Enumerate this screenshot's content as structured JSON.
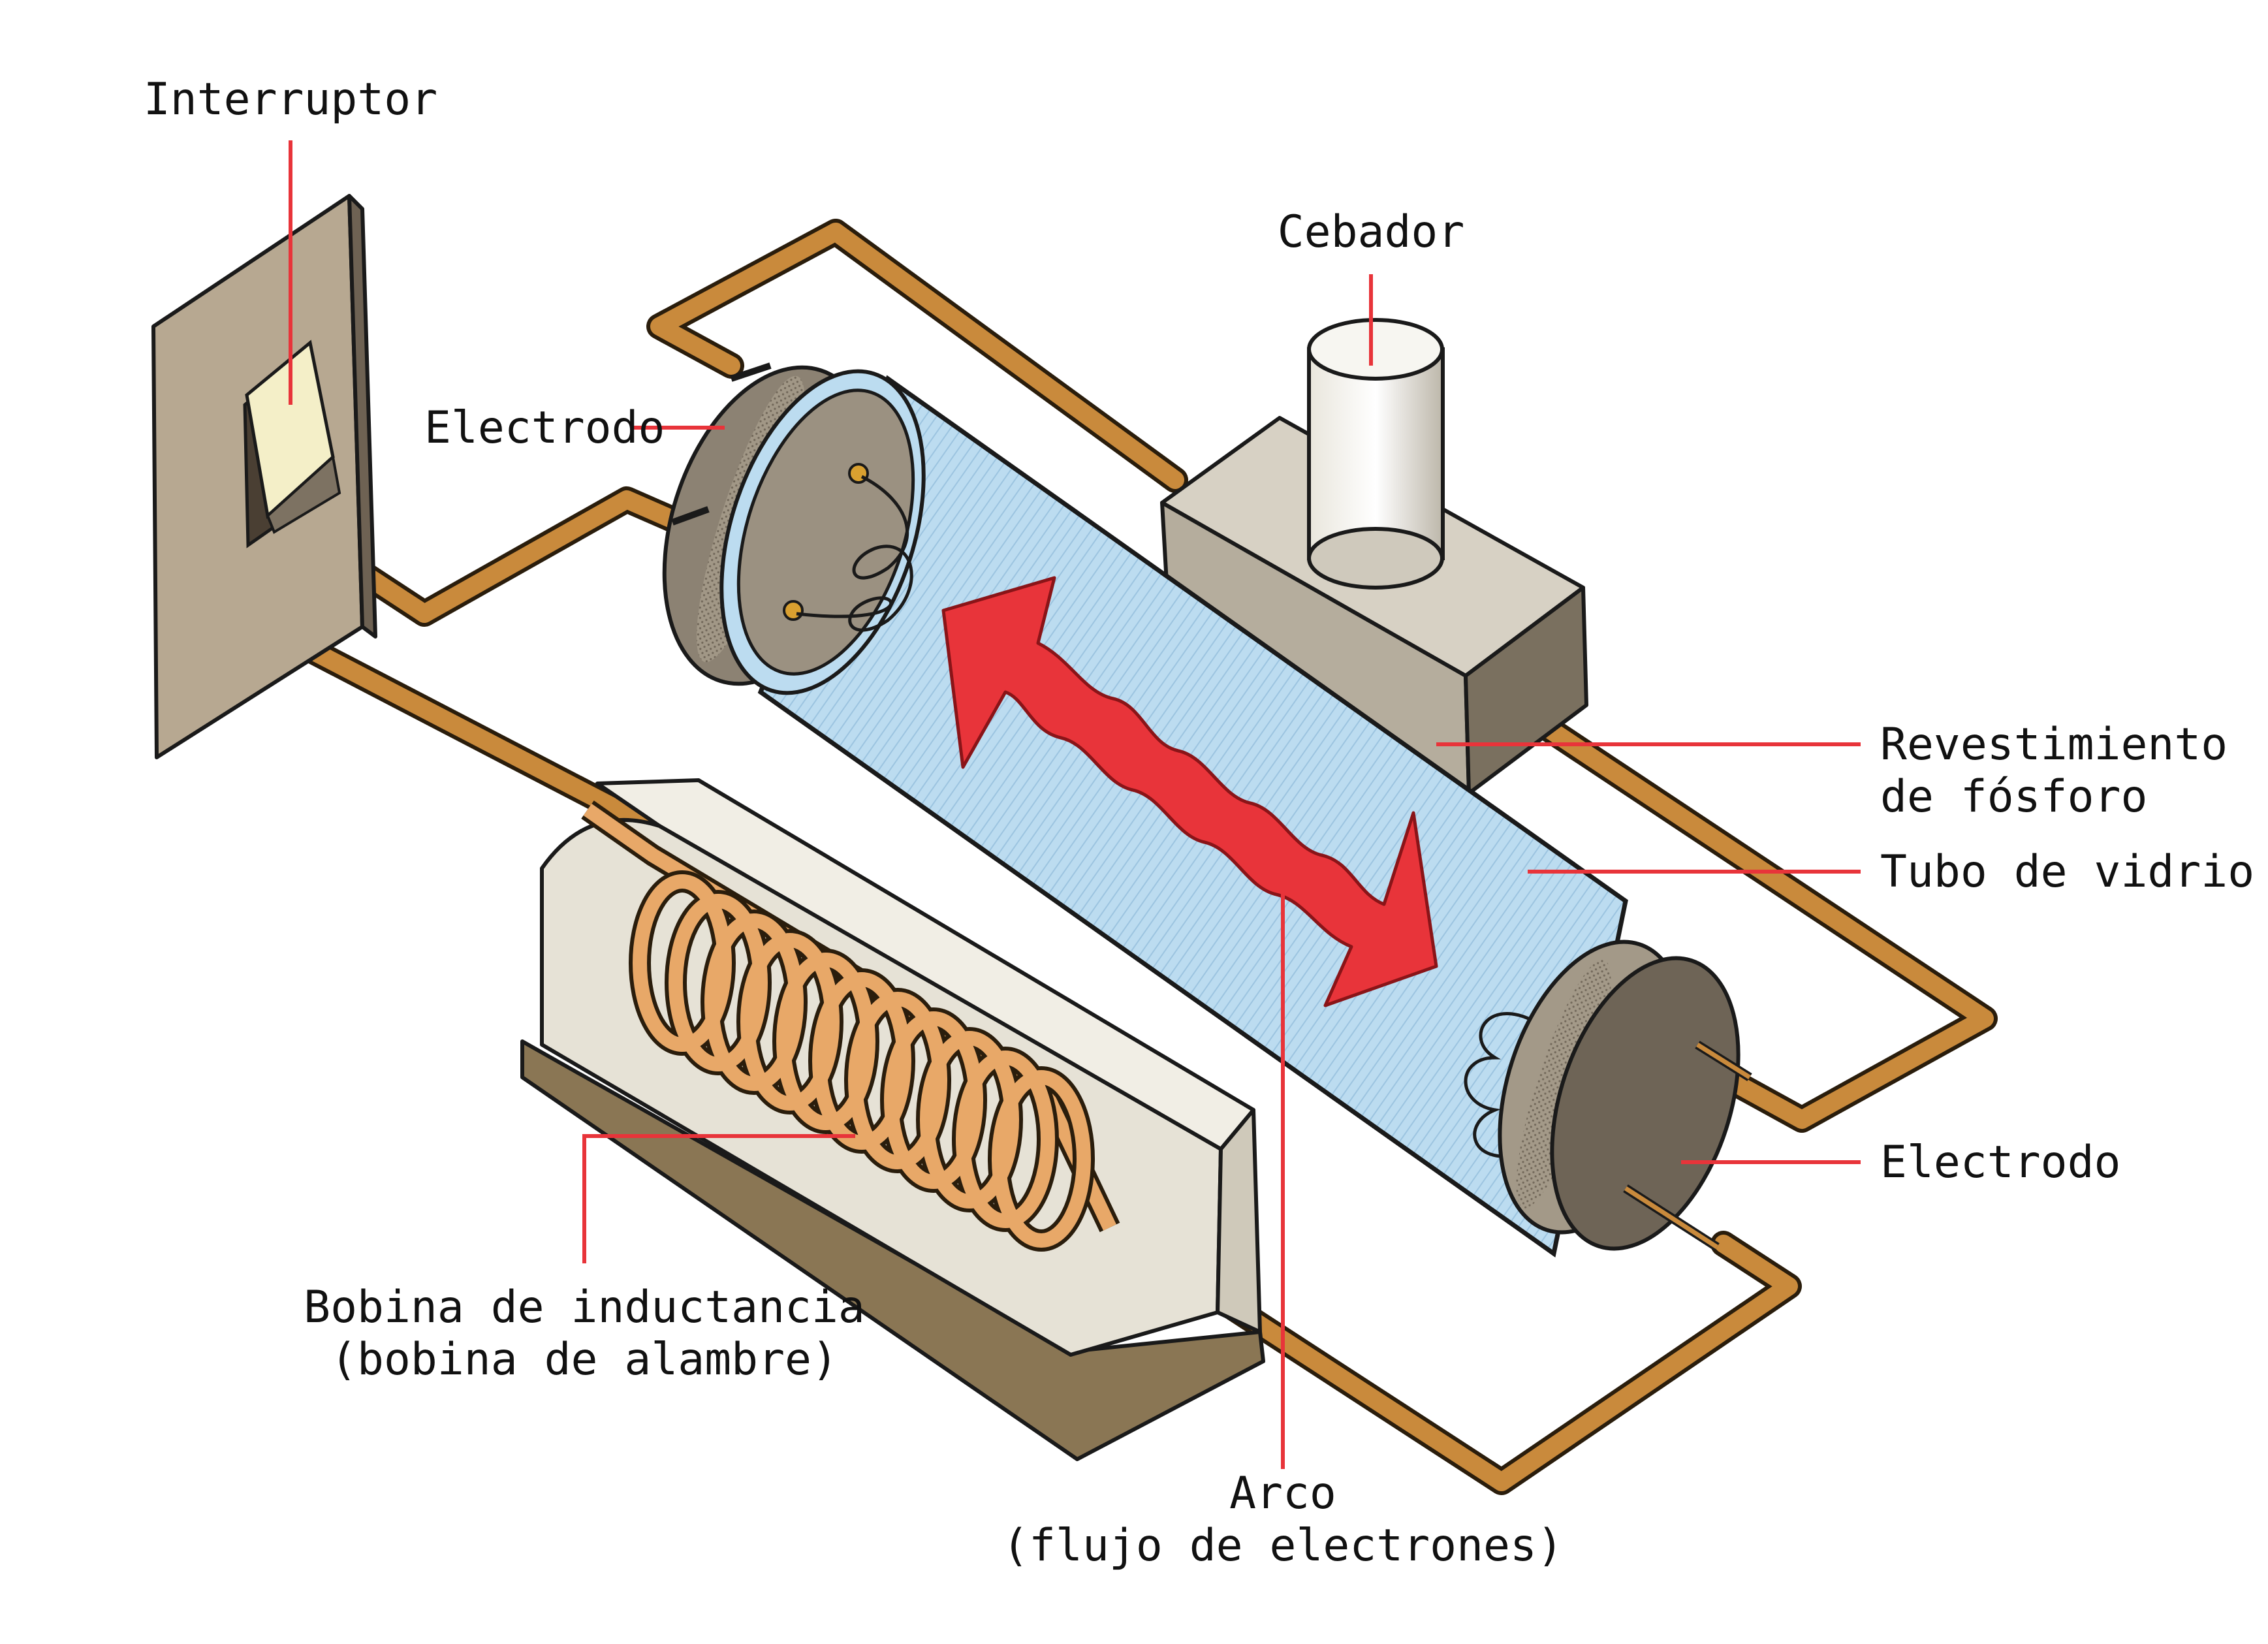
{
  "colors": {
    "background": "#ffffff",
    "leader_line": "#e8343a",
    "arc_arrow": "#e8343a",
    "glass_tube": "#bcdcf0",
    "wire": "#c98a3c",
    "coil": "#e8a868",
    "housing": "#8c8273",
    "ballast_box": "#e6e2d6",
    "switch_paddle": "#f4efc8"
  },
  "labels": {
    "interruptor": "Interruptor",
    "cebador": "Cebador",
    "electrodo_left": "Electrodo",
    "electrodo_right": "Electrodo",
    "revestimiento_line1": "Revestimiento",
    "revestimiento_line2": "de fósforo",
    "tubo": "Tubo de vidrio",
    "bobina_line1": "Bobina de inductancia",
    "bobina_line2": "(bobina de alambre)",
    "arco_line1": "Arco",
    "arco_line2": "(flujo de electrones)"
  }
}
